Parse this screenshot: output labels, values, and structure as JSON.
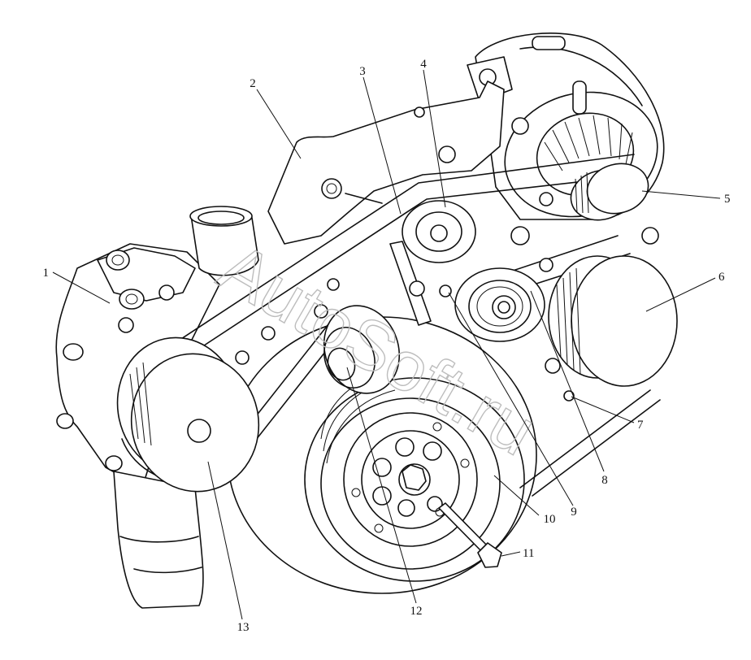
{
  "labels": {
    "l1": "1",
    "l2": "2",
    "l3": "3",
    "l4": "4",
    "l5": "5",
    "l6": "6",
    "l7": "7",
    "l8": "8",
    "l9": "9",
    "l10": "10",
    "l11": "11",
    "l12": "12",
    "l13": "13"
  },
  "watermark": "AutoSoft.ru"
}
